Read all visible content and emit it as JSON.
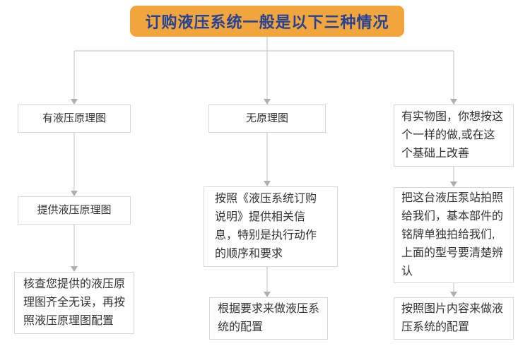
{
  "header": {
    "title": "订购液压系统一般是以下三种情况"
  },
  "colors": {
    "header_bg": "#F2A53C",
    "header_text": "#254395",
    "box_border": "#D8D8D8",
    "connector": "#C9C9C9",
    "arrow": "#AFAFAF",
    "text": "#333333"
  },
  "columns": [
    {
      "id": "with-schematic",
      "steps": [
        "有液压原理图",
        "提供液压原理图",
        "核查您提供的液压原理图齐全无误，再按照液压原理图配置"
      ]
    },
    {
      "id": "without-schematic",
      "steps": [
        "无原理图",
        "按照《液压系统订购说明》提供相关信息，特别是执行动作的顺序和要求",
        "根据要求来做液压系统的配置"
      ]
    },
    {
      "id": "with-photo",
      "steps": [
        "有实物图，你想按这个一样的做,或在这个基础上改善",
        "把这台液压泵站拍照给我们，基本部件的铭牌单独拍给我们,上面的型号要清楚辨认",
        "按照图片内容来做液压系统的配置"
      ]
    }
  ]
}
